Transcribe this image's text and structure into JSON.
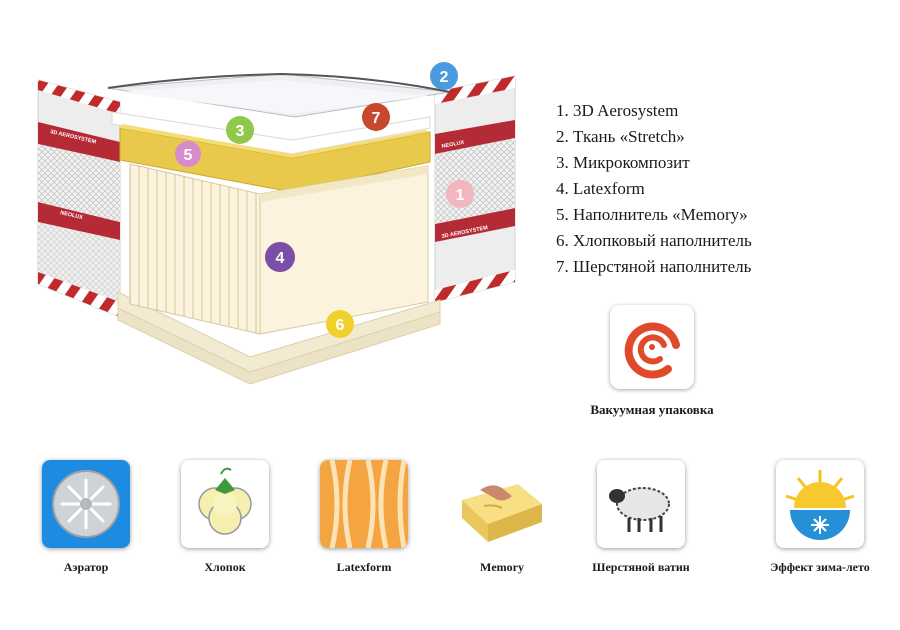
{
  "layers": [
    {
      "num": "1",
      "name": "3D Aerosystem",
      "color": "#f4b6be"
    },
    {
      "num": "2",
      "name": "Ткань «Stretch»",
      "color": "#4a9ae0"
    },
    {
      "num": "3",
      "name": "Микрокомпозит",
      "color": "#8fc84a"
    },
    {
      "num": "4",
      "name": "Latexform",
      "color": "#7a4fa8"
    },
    {
      "num": "5",
      "name": "Наполнитель «Memory»",
      "color": "#d68ccc"
    },
    {
      "num": "6",
      "name": "Хлопковый наполнитель",
      "color": "#f0d02a"
    },
    {
      "num": "7",
      "name": "Шерстяной наполнитель",
      "color": "#c8472d"
    }
  ],
  "legend": [
    "1. 3D Aerosystem",
    "2. Ткань «Stretch»",
    "3. Микрокомпозит",
    "4. Latexform",
    "5. Наполнитель «Memory»",
    "6. Хлопковый наполнитель",
    "7. Шерстяной наполнитель"
  ],
  "side_text": [
    "3D AEROSYSTEM",
    "NEOLUX"
  ],
  "vacuum": {
    "label": "Вакуумная упаковка",
    "icon": "swirl-icon"
  },
  "features": [
    {
      "label": "Аэратор",
      "icon": "aerator-icon"
    },
    {
      "label": "Хлопок",
      "icon": "cotton-icon"
    },
    {
      "label": "Latexform",
      "icon": "latexform-icon"
    },
    {
      "label": "Memory",
      "icon": "memory-foam-icon"
    },
    {
      "label": "Шерстяной ватин",
      "icon": "sheep-icon"
    },
    {
      "label": "Эффект зима-лето",
      "icon": "winter-summer-icon"
    }
  ]
}
